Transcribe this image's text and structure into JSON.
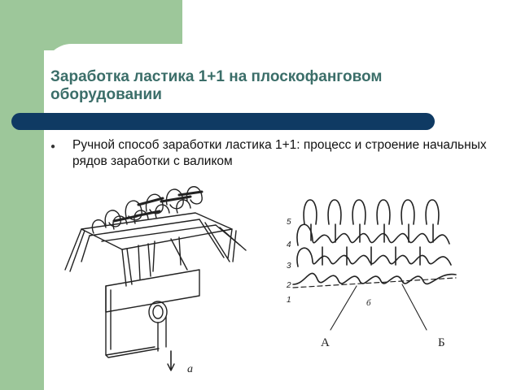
{
  "slide": {
    "title": "Заработка ластика 1+1 на плоскофанговом оборудовании",
    "bullet": "Ручной способ заработки ластика 1+1: процесс и строение начальных рядов  заработки с валиком"
  },
  "figure_a": {
    "label": "а"
  },
  "figure_b": {
    "row_numbers": [
      "5",
      "4",
      "3",
      "2",
      "1"
    ],
    "label_center": "б",
    "label_a": "А",
    "label_b": "Б"
  },
  "colors": {
    "green": "#9dc79a",
    "bar": "#0f3a63",
    "title": "#3b6e69"
  }
}
